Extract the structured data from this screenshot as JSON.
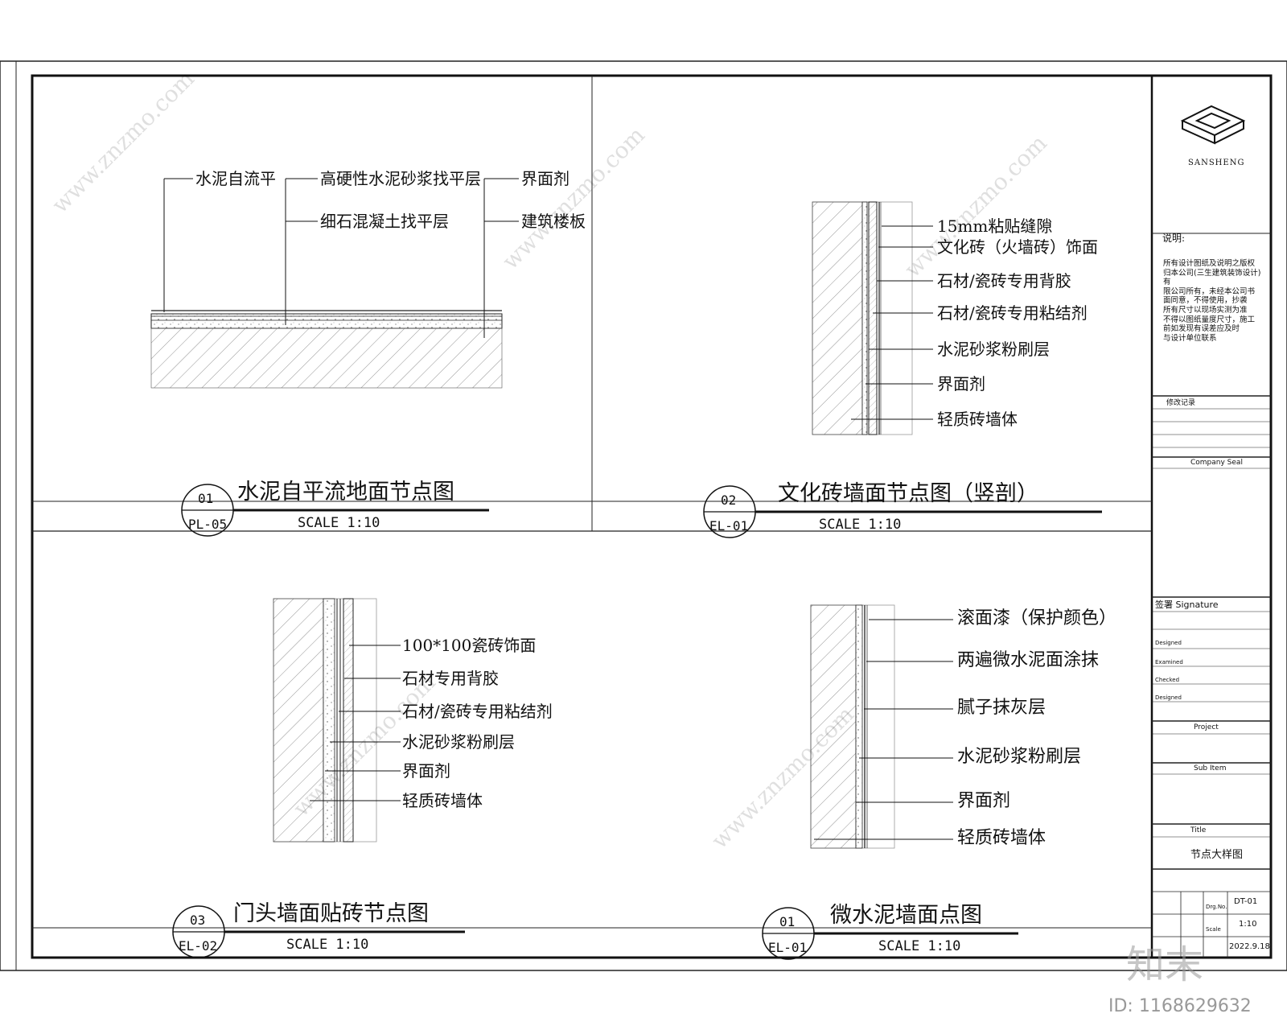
{
  "panels": [
    {
      "id": "panel-1",
      "number": "01",
      "sheet": "PL-05",
      "title": "水泥自平流地面节点图",
      "scale": "SCALE 1:10",
      "labels": [
        "水泥自流平",
        "高硬性水泥砂浆找平层",
        "界面剂",
        "细石混凝土找平层",
        "建筑楼板"
      ]
    },
    {
      "id": "panel-2",
      "number": "02",
      "sheet": "EL-01",
      "title": "文化砖墙面节点图（竖剖）",
      "scale": "SCALE 1:10",
      "labels": [
        "15mm粘贴缝隙",
        "文化砖（火墙砖）饰面",
        "石材/瓷砖专用背胶",
        "石材/瓷砖专用粘结剂",
        "水泥砂浆粉刷层",
        "界面剂",
        "轻质砖墙体"
      ]
    },
    {
      "id": "panel-3",
      "number": "03",
      "sheet": "EL-02",
      "title": "门头墙面贴砖节点图",
      "scale": "SCALE 1:10",
      "labels": [
        "100*100瓷砖饰面",
        "石材专用背胶",
        "石材/瓷砖专用粘结剂",
        "水泥砂浆粉刷层",
        "界面剂",
        "轻质砖墙体"
      ]
    },
    {
      "id": "panel-4",
      "number": "01",
      "sheet": "EL-01",
      "title": "微水泥墙面点图",
      "scale": "SCALE 1:10",
      "labels": [
        "滚面漆（保护颜色）",
        "两遍微水泥面涂抹",
        "腻子抹灰层",
        "水泥砂浆粉刷层",
        "界面剂",
        "轻质砖墙体"
      ]
    }
  ],
  "title_block": {
    "company": "SANSHENG",
    "notes_heading": "说明:",
    "notes_text": [
      "所有设计图纸及说明之版权",
      "归本公司(三生建筑装饰设计)有",
      "限公司所有，未经本公司书",
      "面同意，不得使用，抄袭",
      "所有尺寸以现场实测为准",
      "不得以图纸量度尺寸，施工",
      "前如发现有误差应及时",
      "与设计单位联系"
    ],
    "revision_label": "修改记录",
    "company_seal": "Company Seal",
    "signature": "签署 Signature",
    "roles": [
      "Designed",
      "Examined",
      "Checked",
      "Designed"
    ],
    "project": "Project",
    "sub_item": "Sub Item",
    "title_label": "Title",
    "drawing_title": "节点大样图",
    "drawing_no_label": "Drg.No.",
    "drawing_no": "DT-01",
    "scale_label": "Scale",
    "scale_value": "1:10",
    "date": "2022.9.18"
  },
  "watermark": {
    "site": "www.znzmo.com",
    "brand": "知末",
    "id": "ID: 1168629632"
  }
}
